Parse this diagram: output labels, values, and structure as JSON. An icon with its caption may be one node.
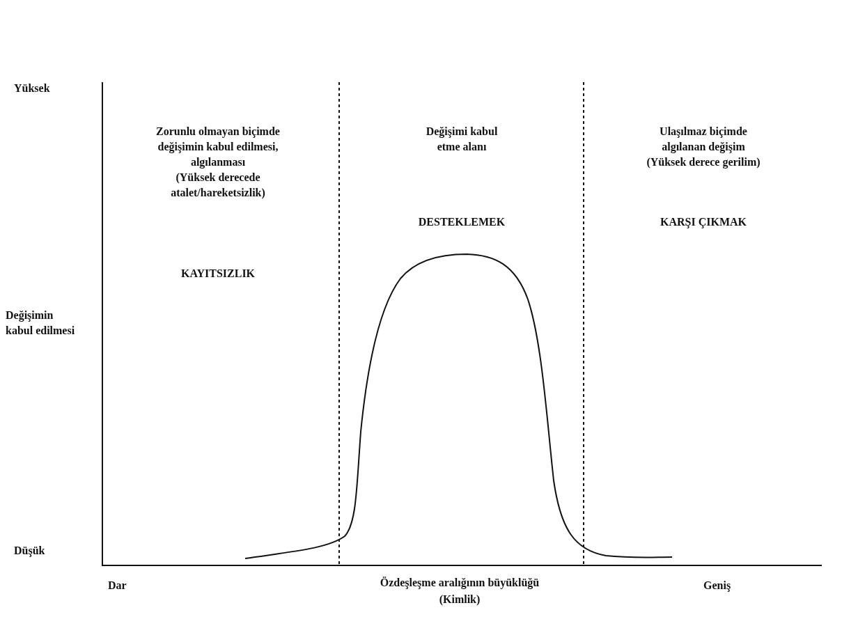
{
  "diagram": {
    "labels": [
      "Yüksek",
      "Zorunlu olmayan biçimde değişimin kabul edilmesi, algılanması",
      "(Yüksek derecede atalet/hareketsizlik)",
      "Değişimi kabul etme alanı",
      "Ulaşılmaz biçimde algılanan değişim",
      "(Yüksek derece gerilim)",
      "DESTEKLEMEK",
      "KARŞI ÇIKMAK",
      "KAYITSIZLIK",
      "Değişimin kabul edilmesi",
      "Düşük",
      "Dar",
      "Özdeşleşme aralığının büyüklüğü",
      "(Kimlik)",
      "Geniş"
    ]
  }
}
